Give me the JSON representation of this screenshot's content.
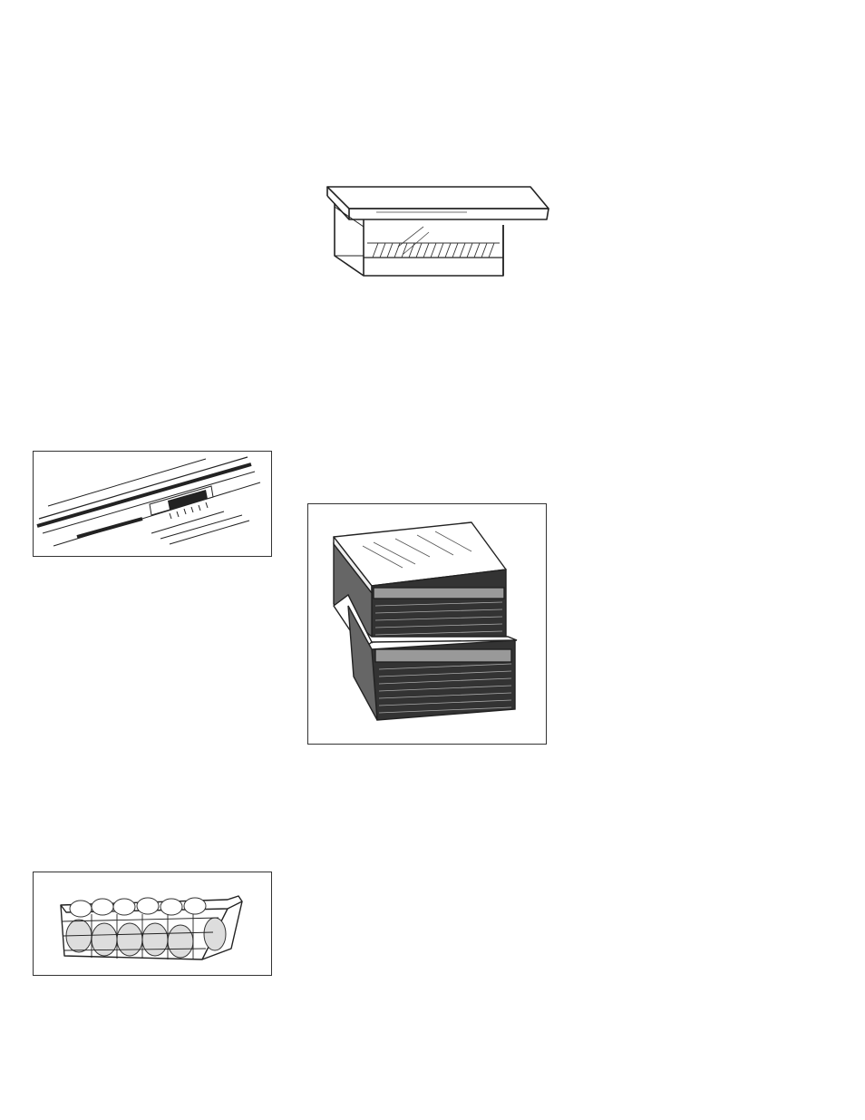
{
  "page": {
    "background": "#ffffff",
    "ink": "#222222"
  },
  "illustrations": [
    {
      "name": "hanging-shelf-drawer-illustration",
      "framed": false
    },
    {
      "name": "shelf-edge-control-illustration",
      "framed": true
    },
    {
      "name": "stacked-crisper-drawers-illustration",
      "framed": true
    },
    {
      "name": "fruit-bin-illustration",
      "framed": true
    }
  ]
}
